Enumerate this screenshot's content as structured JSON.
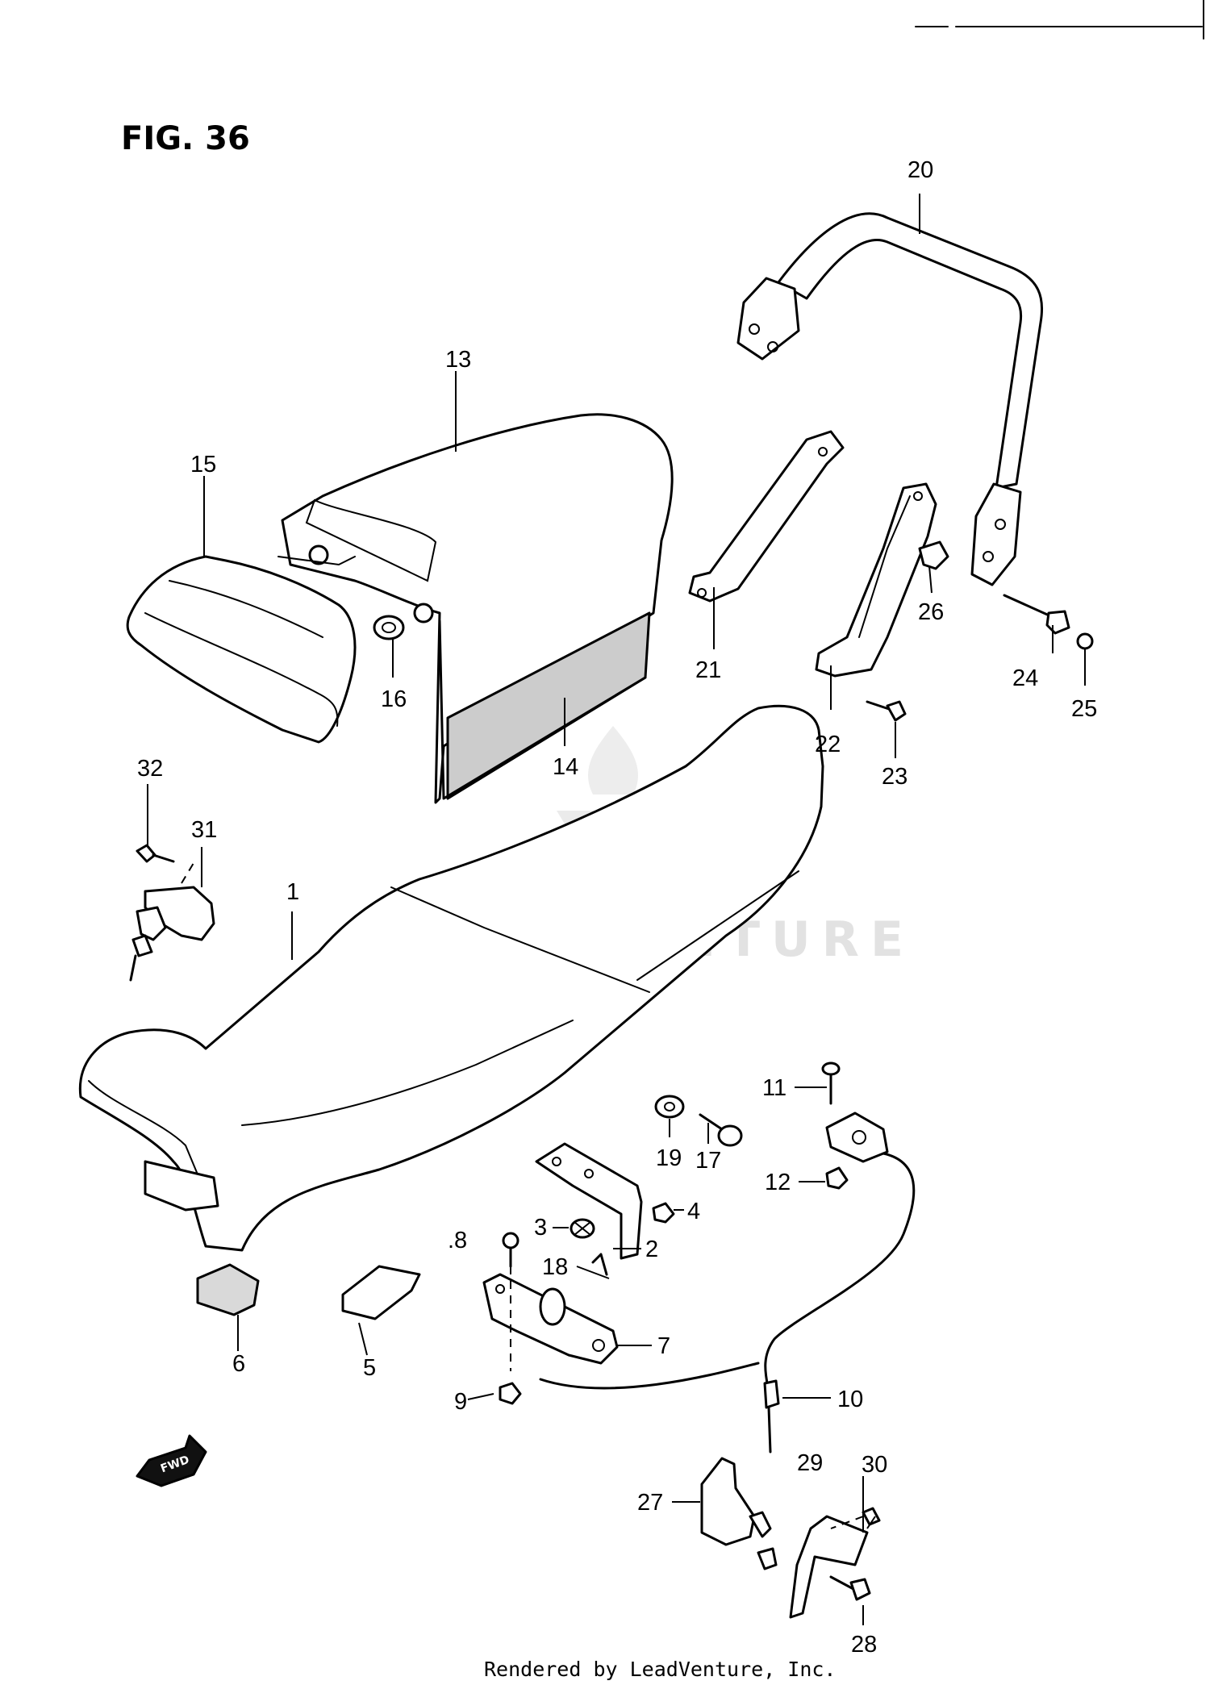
{
  "figure": {
    "title": "FIG. 36"
  },
  "watermark": {
    "text": "LEADVENTURE"
  },
  "fwd_arrow": {
    "label": "FWD"
  },
  "callouts": [
    "1",
    "2",
    "3",
    "4",
    "5",
    "6",
    "7",
    ".8",
    "9",
    "10",
    "11",
    "12",
    "13",
    "14",
    "15",
    "16",
    "17",
    "18",
    "19",
    "20",
    "21",
    "22",
    "23",
    "24",
    "25",
    "26",
    "27",
    "28",
    "29",
    "30",
    "31",
    "32"
  ],
  "footer": {
    "text": "Rendered by LeadVenture, Inc."
  }
}
